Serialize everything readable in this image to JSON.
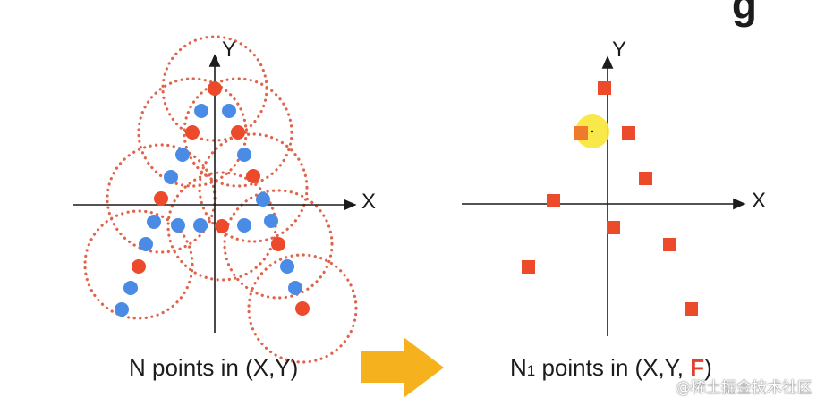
{
  "title_fragment": "g",
  "left_panel": {
    "x_label": "X",
    "y_label": "Y",
    "caption": "N points in (X,Y)",
    "colors": {
      "circle": "#e0634a",
      "red_point": "#ec4a2a",
      "blue_point": "#4a8be6"
    }
  },
  "right_panel": {
    "x_label": "X",
    "y_label": "Y",
    "caption_prefix": "N",
    "caption_subscript": "1",
    "caption_middle": " points in (X,Y, ",
    "caption_feature": "F",
    "caption_suffix": ")",
    "colors": {
      "square": "#ec4a2a",
      "highlight": "#f7e63a"
    }
  },
  "arrow": {
    "color": "#f6b21e",
    "icon": "right-arrow-icon"
  },
  "watermark": "@稀土掘金技术社区"
}
